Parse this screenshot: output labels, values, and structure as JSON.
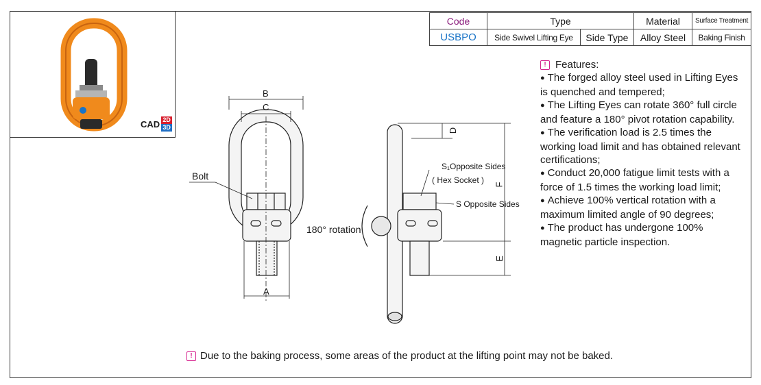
{
  "table": {
    "headers": {
      "code": "Code",
      "type": "Type",
      "material": "Material",
      "surface": "Surface Treatment"
    },
    "row": {
      "code": "USBPO",
      "type_name": "Side Swivel Lifting Eye",
      "type_style": "Side Type",
      "material": "Alloy Steel",
      "surface": "Baking Finish"
    }
  },
  "cad": {
    "label": "CAD",
    "badge_2d": "2D",
    "badge_3d": "3D"
  },
  "drawing": {
    "label_b": "B",
    "label_c": "C",
    "label_a": "A",
    "label_bolt": "Bolt",
    "label_rotation": "180° rotation",
    "label_s1": "S₁Opposite Sides",
    "label_hex": "( Hex Socket )",
    "label_s": "S Opposite Sides",
    "label_d": "D",
    "label_f": "F",
    "label_e": "E"
  },
  "features": {
    "title": "Features:",
    "items": [
      "The forged alloy steel used in Lifting Eyes is quenched and tempered;",
      "The Lifting Eyes can rotate 360° full circle and feature a 180° pivot rotation capability.",
      "The verification load is 2.5 times the working load limit and has obtained relevant certifications;",
      "Conduct 20,000 fatigue limit tests with a force of 1.5 times the working load limit;",
      "Achieve 100% vertical rotation with a maximum limited angle of 90 degrees;",
      "The product has undergone 100% magnetic particle inspection."
    ]
  },
  "note": "Due to the baking process, some areas of the product at the lifting point may not be baked.",
  "colors": {
    "accent_code": "#8a1c7c",
    "code_value": "#1a74c7",
    "warning": "#d6248f",
    "product_orange": "#f08a1c"
  }
}
